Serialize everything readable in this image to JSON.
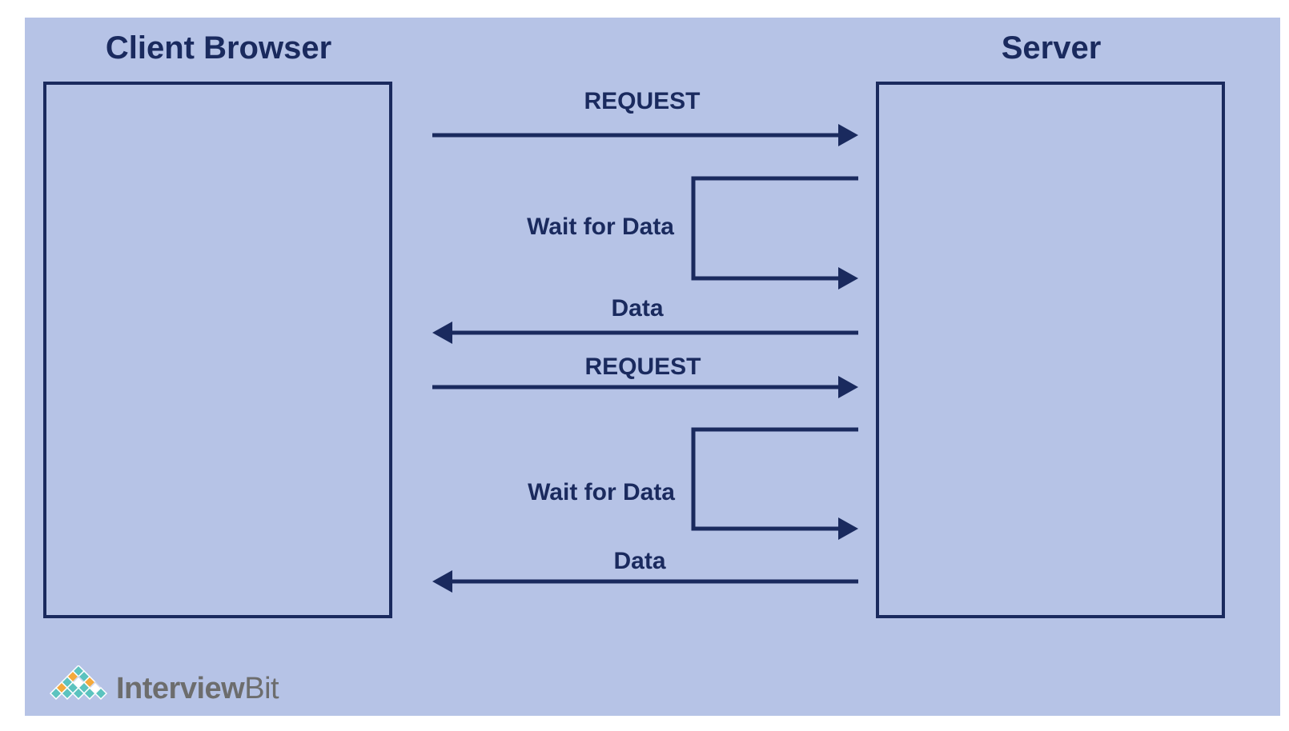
{
  "diagram": {
    "participants": {
      "client": "Client Browser",
      "server": "Server"
    },
    "messages": [
      {
        "label": "REQUEST",
        "direction": "client-to-server"
      },
      {
        "label": "Wait for Data",
        "direction": "server-self"
      },
      {
        "label": "Data",
        "direction": "server-to-client"
      },
      {
        "label": "REQUEST",
        "direction": "client-to-server"
      },
      {
        "label": "Wait for Data",
        "direction": "server-self"
      },
      {
        "label": "Data",
        "direction": "server-to-client"
      }
    ],
    "colors": {
      "background": "#b6c3e6",
      "ink": "#1a2a5e",
      "logo_text": "#6d6d6d",
      "logo_orange": "#f4a93c",
      "logo_teal": "#5cc3bf"
    }
  },
  "branding": {
    "logo_text_main": "Interview",
    "logo_text_end": "Bit",
    "icon": "interviewbit-logo-icon"
  }
}
